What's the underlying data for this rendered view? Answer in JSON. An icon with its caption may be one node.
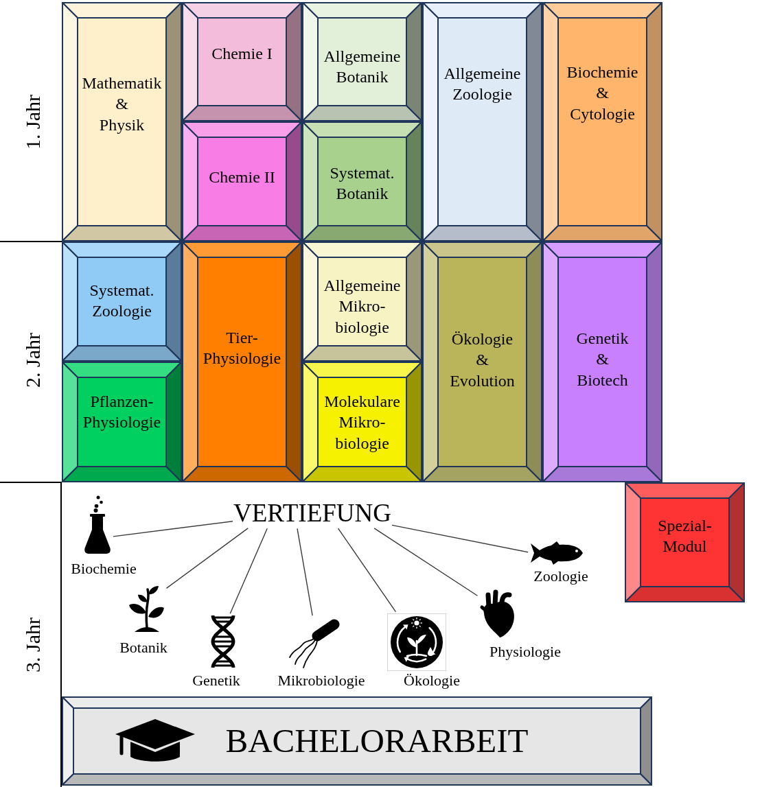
{
  "diagram": {
    "nodes": [
      {
        "text": [
          "Mathematik & Physik"
        ]
      },
      {
        "text": [
          "Chemie I"
        ]
      },
      {
        "text": [
          "Chemie II"
        ]
      },
      {
        "text": [
          "Allgemeine Botanik"
        ]
      },
      {
        "text": [
          "Systemat. Botanik"
        ]
      },
      {
        "text": [
          "Allgemeine Zoologie"
        ]
      },
      {
        "text": [
          "Biochemie & Cytologie"
        ]
      },
      {
        "text": [
          "Systemat. Zoologie"
        ]
      },
      {
        "text": [
          "Pflanzen- Physiologie"
        ]
      },
      {
        "text": [
          "Tier- Physiologie"
        ]
      },
      {
        "text": [
          "Allgemeine Mikro- biologie"
        ]
      },
      {
        "text": [
          "Molekulare Mikro- biologie"
        ]
      },
      {
        "text": [
          "Ökologie & Evolution"
        ]
      },
      {
        "text": [
          "Genetik & Biotech"
        ]
      },
      {
        "text": [
          "Spezial- Modul"
        ]
      },
      {
        "text": [
          "VERTIEFUNG"
        ]
      },
      {
        "text": [],
        "shape": "picture",
        "beside": [
          "Biochemie"
        ]
      },
      {
        "text": [],
        "shape": "picture",
        "beside": [
          "Botanik"
        ]
      },
      {
        "text": [],
        "shape": "picture",
        "beside": [
          "Genetik"
        ]
      },
      {
        "text": [],
        "shape": "picture",
        "beside": [
          "Mikrobiologie"
        ]
      },
      {
        "text": [],
        "shape": "picture",
        "beside": [
          "Ökologie"
        ]
      },
      {
        "text": [],
        "shape": "picture",
        "beside": [
          "Physiologie"
        ]
      },
      {
        "text": [],
        "shape": "picture",
        "beside": [
          "Zoologie"
        ]
      },
      {
        "text": [
          "BACHELORARBEIT"
        ]
      }
    ],
    "edges": [
      {
        "from": 15,
        "to": 16,
        "arrow": "none"
      },
      {
        "from": 15,
        "to": 17,
        "arrow": "none"
      },
      {
        "from": 15,
        "to": 18,
        "arrow": "none"
      },
      {
        "from": 15,
        "to": 19,
        "arrow": "none"
      },
      {
        "from": 15,
        "to": 20,
        "arrow": "none"
      },
      {
        "from": 15,
        "to": 21,
        "arrow": "none"
      },
      {
        "from": 15,
        "to": 22,
        "arrow": "none"
      }
    ],
    "labels": [
      "1. Jahr",
      "2. Jahr",
      "3. Jahr"
    ]
  }
}
